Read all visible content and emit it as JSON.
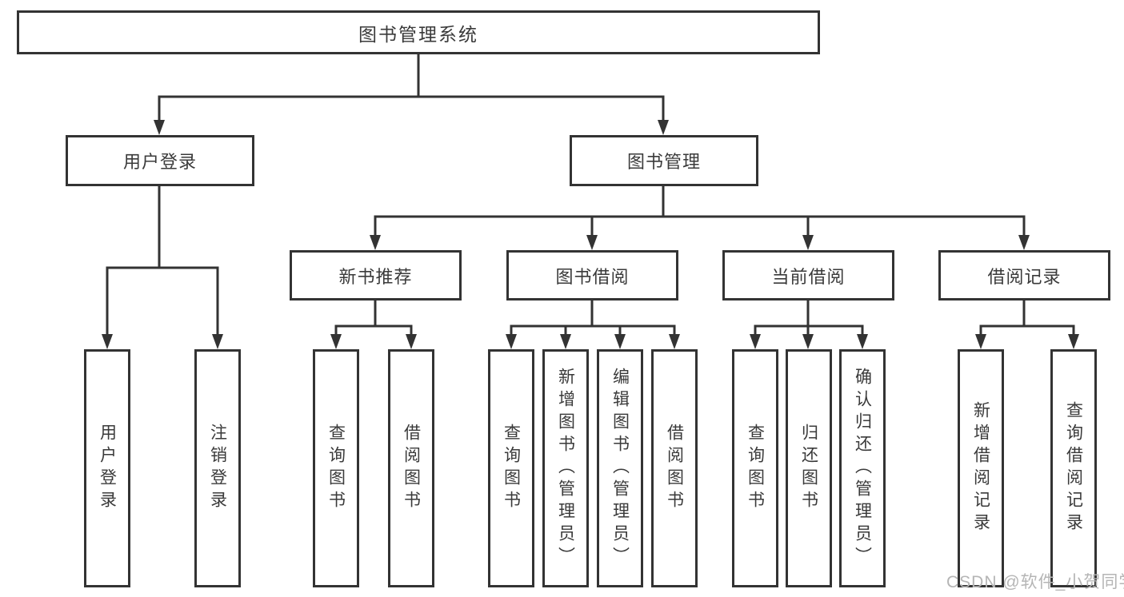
{
  "diagram": {
    "root": {
      "label": "图书管理系统",
      "children": [
        {
          "label": "用户登录",
          "children": [
            {
              "label": "用户登录"
            },
            {
              "label": "注销登录"
            }
          ]
        },
        {
          "label": "图书管理",
          "children": [
            {
              "label": "新书推荐",
              "children": [
                {
                  "label": "查询图书"
                },
                {
                  "label": "借阅图书"
                }
              ]
            },
            {
              "label": "图书借阅",
              "children": [
                {
                  "label": "查询图书"
                },
                {
                  "label": "新增图书（管理员）"
                },
                {
                  "label": "编辑图书（管理员）"
                },
                {
                  "label": "借阅图书"
                }
              ]
            },
            {
              "label": "当前借阅",
              "children": [
                {
                  "label": "查询图书"
                },
                {
                  "label": "归还图书"
                },
                {
                  "label": "确认归还（管理员）"
                }
              ]
            },
            {
              "label": "借阅记录",
              "children": [
                {
                  "label": "新增借阅记录"
                },
                {
                  "label": "查询借阅记录"
                }
              ]
            }
          ]
        }
      ]
    }
  },
  "watermark": {
    "text": "CSDN @软件_小贺同学"
  },
  "colors": {
    "line": "#333333",
    "text": "#3a3a3a",
    "box_background": "#ffffff",
    "watermark": "#b5b5b5"
  }
}
